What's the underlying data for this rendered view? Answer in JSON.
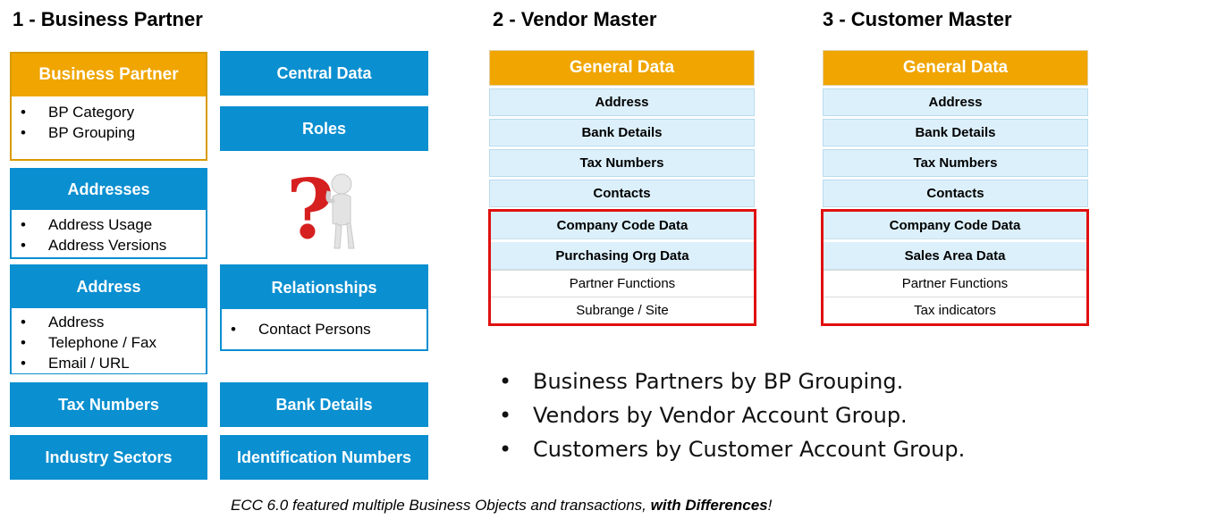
{
  "titles": {
    "business_partner": "1 - Business Partner",
    "vendor_master": "2 - Vendor Master",
    "customer_master": "3 - Customer Master"
  },
  "bp": {
    "business_partner": {
      "title": "Business Partner",
      "items": [
        "BP Category",
        "BP Grouping"
      ]
    },
    "addresses": {
      "title": "Addresses",
      "items": [
        "Address Usage",
        "Address Versions"
      ]
    },
    "address": {
      "title": "Address",
      "items": [
        "Address",
        "Telephone / Fax",
        "Email / URL"
      ]
    },
    "tax_numbers": "Tax Numbers",
    "industry_sectors": "Industry Sectors",
    "central_data": "Central Data",
    "roles": "Roles",
    "relationships": {
      "title": "Relationships",
      "items": [
        "Contact Persons"
      ]
    },
    "bank_details": "Bank Details",
    "identification_numbers": "Identification Numbers"
  },
  "vendor": {
    "header": "General Data",
    "rows": [
      "Address",
      "Bank Details",
      "Tax Numbers",
      "Contacts"
    ],
    "highlighted_rows": [
      "Company Code Data",
      "Purchasing Org Data"
    ],
    "plain_rows": [
      "Partner Functions",
      "Subrange / Site"
    ]
  },
  "customer": {
    "header": "General Data",
    "rows": [
      "Address",
      "Bank Details",
      "Tax Numbers",
      "Contacts"
    ],
    "highlighted_rows": [
      "Company Code Data",
      "Sales Area Data"
    ],
    "plain_rows": [
      "Partner Functions",
      "Tax indicators"
    ]
  },
  "bullets": [
    "Business Partners by BP Grouping.",
    "Vendors by Vendor Account Group.",
    "Customers by Customer Account Group."
  ],
  "footer": {
    "text": "ECC 6.0 featured multiple Business Objects and transactions, ",
    "emphasis": "with Differences",
    "end": "!"
  },
  "colors": {
    "blue": "#0a8fd0",
    "orange": "#f0a500",
    "light_blue": "#dcf0fb",
    "red": "#e01010"
  },
  "icons": {
    "figure": "question-mark-figure-icon"
  }
}
